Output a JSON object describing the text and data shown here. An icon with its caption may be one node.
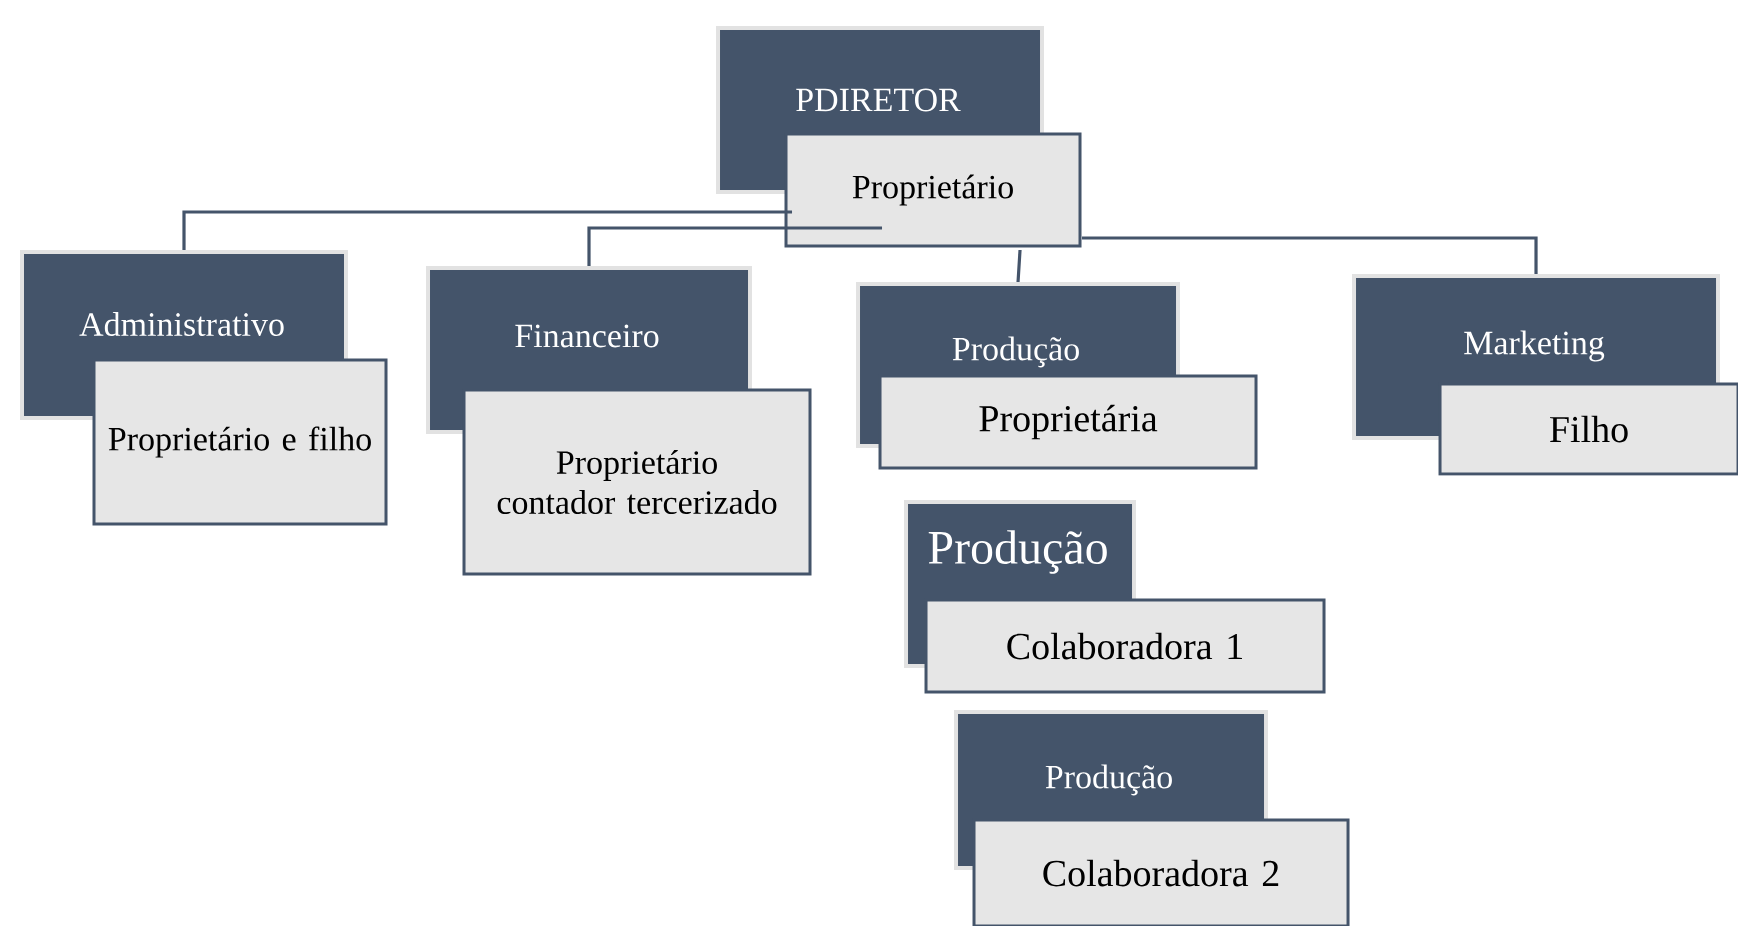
{
  "diagram": {
    "nodes": [
      {
        "text": [
          "PDIRETOR",
          "Proprietário"
        ]
      },
      {
        "text": [
          "Administrativo",
          "Proprietário e filho"
        ]
      },
      {
        "text": [
          "Financeiro",
          "Proprietário contador tercerizado"
        ]
      },
      {
        "text": [
          "Produção",
          "Proprietária"
        ]
      },
      {
        "text": [
          "Marketing",
          "Filho"
        ]
      },
      {
        "text": [
          "Produção",
          "Colaboradora 1"
        ]
      },
      {
        "text": [
          "Produção",
          "Colaboradora 2"
        ]
      }
    ],
    "edges": [
      {
        "from": 0,
        "to": 1,
        "arrow": "none"
      },
      {
        "from": 0,
        "to": 2,
        "arrow": "none"
      },
      {
        "from": 0,
        "to": 3,
        "arrow": "none"
      },
      {
        "from": 0,
        "to": 4,
        "arrow": "none"
      }
    ]
  }
}
